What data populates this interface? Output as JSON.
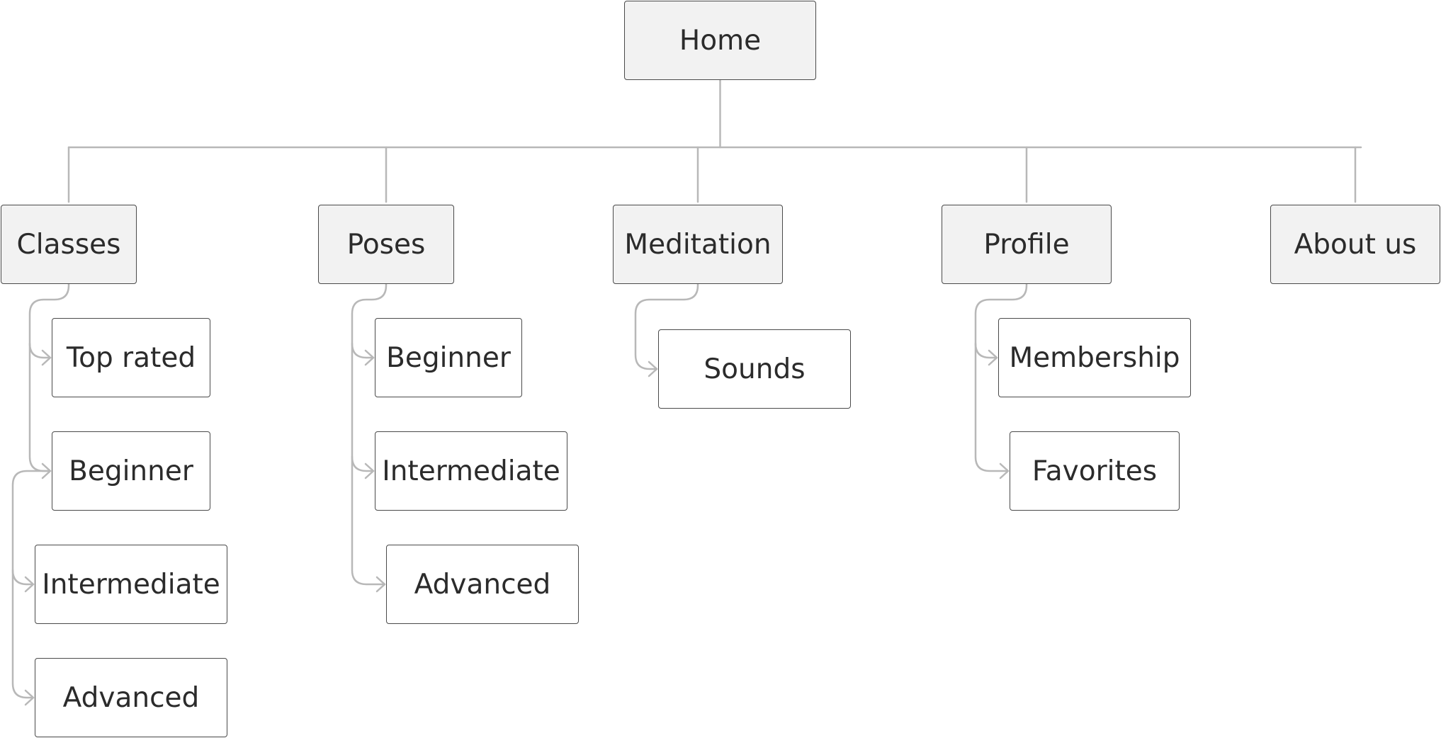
{
  "root": {
    "label": "Home"
  },
  "sections": [
    {
      "label": "Classes",
      "children": [
        "Top rated",
        "Beginner",
        "Intermediate",
        "Advanced"
      ]
    },
    {
      "label": "Poses",
      "children": [
        "Beginner",
        "Intermediate",
        "Advanced"
      ]
    },
    {
      "label": "Meditation",
      "children": [
        "Sounds"
      ]
    },
    {
      "label": "Profile",
      "children": [
        "Membership",
        "Favorites"
      ]
    },
    {
      "label": "About us",
      "children": []
    }
  ],
  "colors": {
    "connector": "#b8b8b8",
    "node_border": "#4a4a4a",
    "top_fill": "#f2f2f2",
    "sub_fill": "#ffffff",
    "text": "#2b2b2b"
  }
}
